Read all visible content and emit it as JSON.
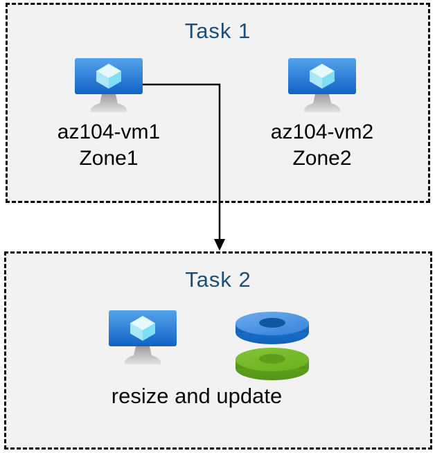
{
  "task1": {
    "title": "Task 1",
    "vms": [
      {
        "name": "az104-vm1",
        "zone": "Zone1"
      },
      {
        "name": "az104-vm2",
        "zone": "Zone2"
      }
    ]
  },
  "task2": {
    "title": "Task 2",
    "caption": "resize and update"
  },
  "icons": {
    "vm": "azure-virtual-machine-icon",
    "disks": "azure-managed-disks-icon",
    "arrow": "flow-arrow-down"
  },
  "colors": {
    "title_text": "#1C4E79",
    "body_text": "#000000",
    "box_fill": "#F2F2F2",
    "box_border": "#000000",
    "monitor_gradient_top": "#54A3EC",
    "monitor_gradient_bottom": "#1262C6",
    "cube_top_face": "#E6F9FE",
    "cube_left_face": "#ABE7F8",
    "cube_right_face": "#7FDFF7",
    "stand_gray": "#B5B5B5",
    "disk_blue_top": "#4A90E2",
    "disk_blue_side": "#1A6FCC",
    "disk_blue_hole": "#0E57A2",
    "disk_green_top": "#76BC21",
    "disk_green_side": "#5CA01D",
    "disk_green_hole": "#5C9D1C",
    "arrow": "#000000"
  }
}
